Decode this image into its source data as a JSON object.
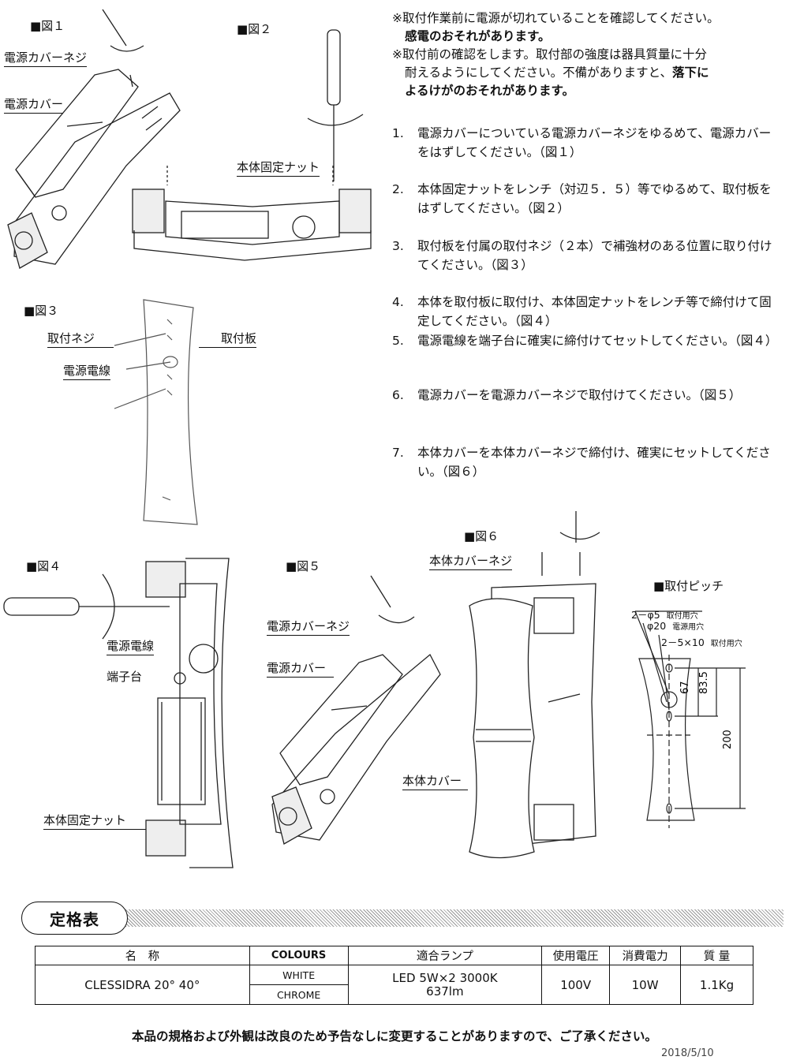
{
  "figures": {
    "fig1": "■図１",
    "fig2": "■図２",
    "fig3": "■図３",
    "fig4": "■図４",
    "fig5": "■図５",
    "fig6": "■図６",
    "pitch": "■取付ピッチ"
  },
  "callouts": {
    "fig1_screw": "電源カバーネジ",
    "fig1_cover": "電源カバー",
    "fig2_nut": "本体固定ナット",
    "fig3_screw": "取付ネジ",
    "fig3_plate": "取付板",
    "fig3_wire": "電源電線",
    "fig4_wire": "電源電線",
    "fig4_terminal": "端子台",
    "fig4_nut": "本体固定ナット",
    "fig5_screw": "電源カバーネジ",
    "fig5_cover": "電源カバー",
    "fig6_screw": "本体カバーネジ",
    "fig6_cover": "本体カバー"
  },
  "pitch_labels": {
    "hole1": "2－φ5",
    "hole1_desc": "取付用穴",
    "hole2": "φ20",
    "hole2_desc": "電源用穴",
    "hole3": "2－5×10",
    "hole3_desc": "取付用穴",
    "dim67": "67",
    "dim835": "83.5",
    "dim200": "200"
  },
  "warnings": {
    "w1_a": "※取付作業前に電源が切れていることを確認してください。",
    "w1_b": "感電のおそれがあります。",
    "w2_a": "※取付前の確認をします。取付部の強度は器具質量に十分",
    "w2_b": "耐えるようにしてください。不備がありますと、",
    "w2_c": "落下に",
    "w2_d": "よるけがのおそれがあります。"
  },
  "steps": [
    {
      "num": "1.",
      "text": "電源カバーについている電源カバーネジをゆるめて、電源カバーをはずしてください。（図１）"
    },
    {
      "num": "2.",
      "text": "本体固定ナットをレンチ（対辺５．５）等でゆるめて、取付板をはずしてください。（図２）"
    },
    {
      "num": "3.",
      "text": "取付板を付属の取付ネジ（２本）で補強材のある位置に取り付けてください。（図３）"
    },
    {
      "num": "4.",
      "text": "本体を取付板に取付け、本体固定ナットをレンチ等で締付けて固定してください。（図４）"
    },
    {
      "num": "5.",
      "text": "電源電線を端子台に確実に締付けてセットしてください。（図４）"
    },
    {
      "num": "6.",
      "text": "電源カバーを電源カバーネジで取付けてください。（図５）"
    },
    {
      "num": "7.",
      "text": "本体カバーを本体カバーネジで締付け、確実にセットしてください。（図６）"
    }
  ],
  "spec": {
    "title": "定格表",
    "headers": {
      "name": "名　称",
      "colours": "COLOURS",
      "lamp": "適合ランプ",
      "voltage": "使用電圧",
      "power": "消費電力",
      "weight": "質 量"
    },
    "row": {
      "name": "CLESSIDRA 20° 40°",
      "colour1": "WHITE",
      "colour2": "CHROME",
      "lamp1": "LED 5W×2 3000K",
      "lamp2": "637lm",
      "voltage": "100V",
      "power": "10W",
      "weight": "1.1Kg"
    }
  },
  "footer": "本品の規格および外観は改良のため予告なしに変更することがありますので、ご了承ください。",
  "date": "2018/5/10"
}
